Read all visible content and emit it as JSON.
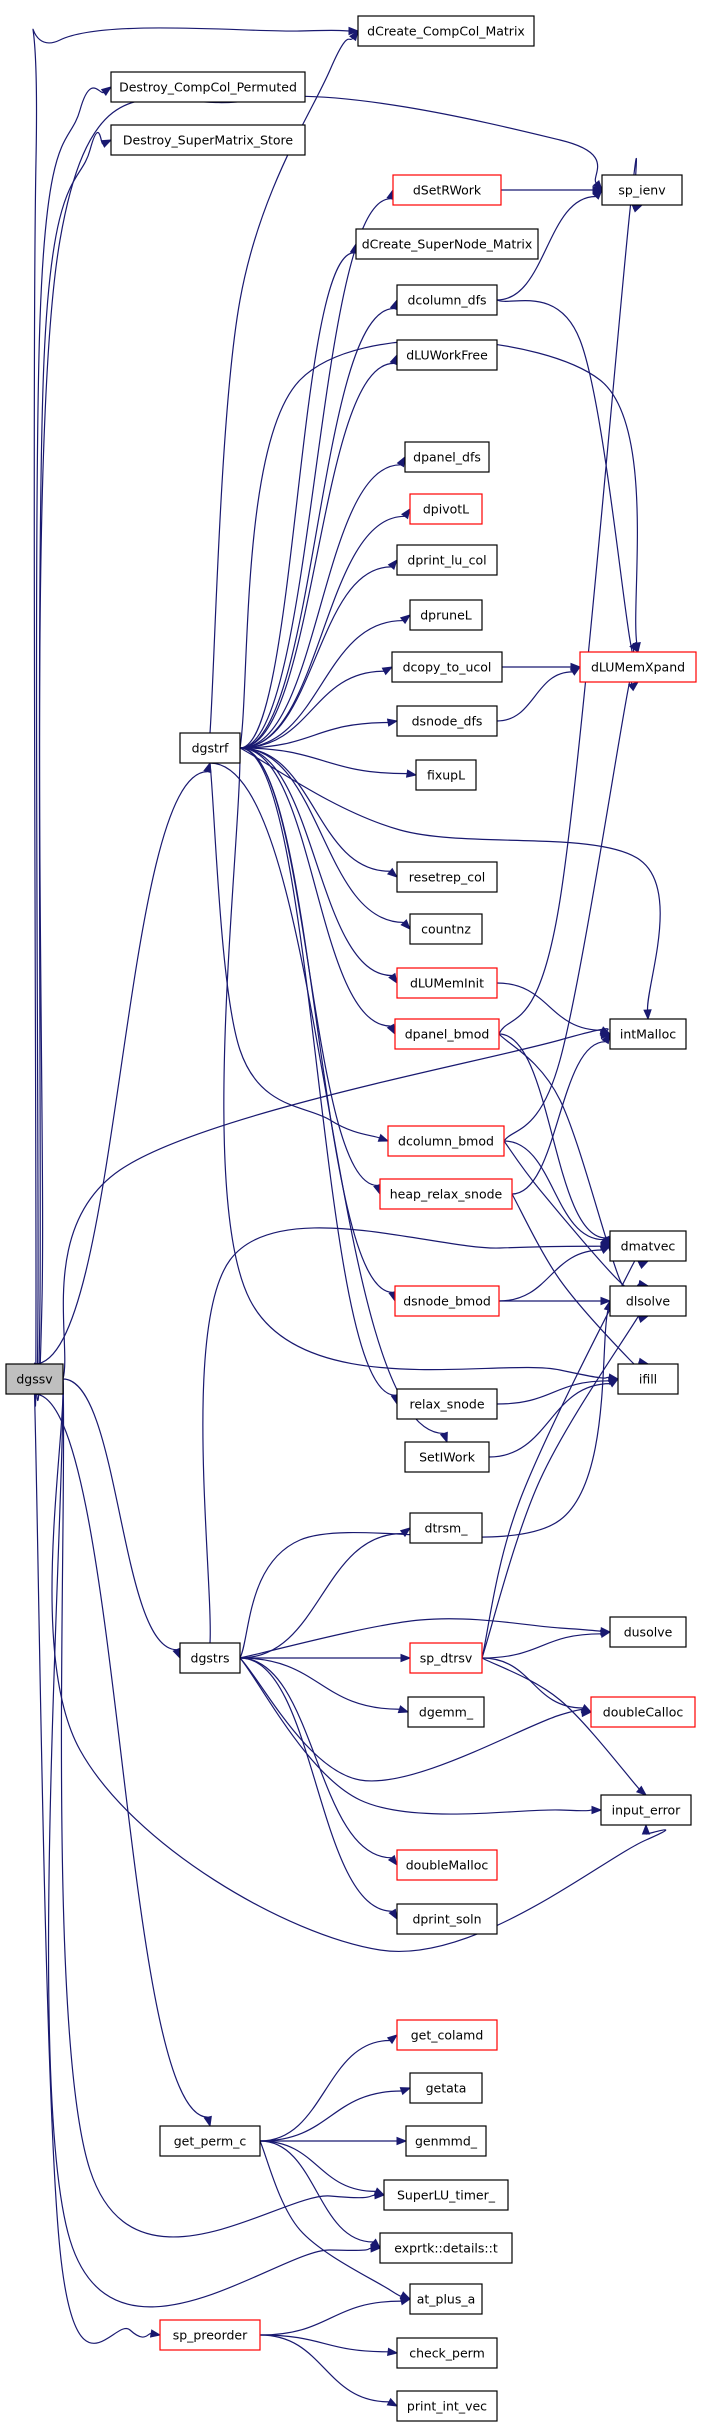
{
  "colors": {
    "edge": "#191970",
    "border_default": "#000000",
    "border_highlight": "#ff0000",
    "root_fill": "#bfbfbf",
    "node_fill": "#ffffff"
  },
  "nodes": [
    {
      "id": "dgssv",
      "label": "dgssv",
      "style": "root"
    },
    {
      "id": "dCreate_CompCol_Matrix",
      "label": "dCreate_CompCol_Matrix",
      "style": "default"
    },
    {
      "id": "Destroy_CompCol_Permuted",
      "label": "Destroy_CompCol_Permuted",
      "style": "default"
    },
    {
      "id": "Destroy_SuperMatrix_Store",
      "label": "Destroy_SuperMatrix_Store",
      "style": "default"
    },
    {
      "id": "dSetRWork",
      "label": "dSetRWork",
      "style": "red"
    },
    {
      "id": "sp_ienv",
      "label": "sp_ienv",
      "style": "default"
    },
    {
      "id": "dCreate_SuperNode_Matrix",
      "label": "dCreate_SuperNode_Matrix",
      "style": "default"
    },
    {
      "id": "dcolumn_dfs",
      "label": "dcolumn_dfs",
      "style": "default"
    },
    {
      "id": "dLUWorkFree",
      "label": "dLUWorkFree",
      "style": "default"
    },
    {
      "id": "dpanel_dfs",
      "label": "dpanel_dfs",
      "style": "default"
    },
    {
      "id": "dpivotL",
      "label": "dpivotL",
      "style": "red"
    },
    {
      "id": "dprint_lu_col",
      "label": "dprint_lu_col",
      "style": "default"
    },
    {
      "id": "dpruneL",
      "label": "dpruneL",
      "style": "default"
    },
    {
      "id": "dcopy_to_ucol",
      "label": "dcopy_to_ucol",
      "style": "default"
    },
    {
      "id": "dLUMemXpand",
      "label": "dLUMemXpand",
      "style": "red"
    },
    {
      "id": "dgstrf",
      "label": "dgstrf",
      "style": "default"
    },
    {
      "id": "dsnode_dfs",
      "label": "dsnode_dfs",
      "style": "default"
    },
    {
      "id": "fixupL",
      "label": "fixupL",
      "style": "default"
    },
    {
      "id": "resetrep_col",
      "label": "resetrep_col",
      "style": "default"
    },
    {
      "id": "countnz",
      "label": "countnz",
      "style": "default"
    },
    {
      "id": "dLUMemInit",
      "label": "dLUMemInit",
      "style": "red"
    },
    {
      "id": "dpanel_bmod",
      "label": "dpanel_bmod",
      "style": "red"
    },
    {
      "id": "intMalloc",
      "label": "intMalloc",
      "style": "default"
    },
    {
      "id": "dcolumn_bmod",
      "label": "dcolumn_bmod",
      "style": "red"
    },
    {
      "id": "heap_relax_snode",
      "label": "heap_relax_snode",
      "style": "red"
    },
    {
      "id": "dmatvec",
      "label": "dmatvec",
      "style": "default"
    },
    {
      "id": "dsnode_bmod",
      "label": "dsnode_bmod",
      "style": "red"
    },
    {
      "id": "dlsolve",
      "label": "dlsolve",
      "style": "default"
    },
    {
      "id": "ifill",
      "label": "ifill",
      "style": "default"
    },
    {
      "id": "relax_snode",
      "label": "relax_snode",
      "style": "default"
    },
    {
      "id": "SetIWork",
      "label": "SetIWork",
      "style": "default"
    },
    {
      "id": "dtrsm_",
      "label": "dtrsm_",
      "style": "default"
    },
    {
      "id": "dusolve",
      "label": "dusolve",
      "style": "default"
    },
    {
      "id": "dgstrs",
      "label": "dgstrs",
      "style": "default"
    },
    {
      "id": "sp_dtrsv",
      "label": "sp_dtrsv",
      "style": "red"
    },
    {
      "id": "dgemm_",
      "label": "dgemm_",
      "style": "default"
    },
    {
      "id": "doubleCalloc",
      "label": "doubleCalloc",
      "style": "red"
    },
    {
      "id": "input_error",
      "label": "input_error",
      "style": "default"
    },
    {
      "id": "doubleMalloc",
      "label": "doubleMalloc",
      "style": "red"
    },
    {
      "id": "dprint_soln",
      "label": "dprint_soln",
      "style": "default"
    },
    {
      "id": "get_colamd",
      "label": "get_colamd",
      "style": "red"
    },
    {
      "id": "getata",
      "label": "getata",
      "style": "default"
    },
    {
      "id": "genmmd_",
      "label": "genmmd_",
      "style": "default"
    },
    {
      "id": "get_perm_c",
      "label": "get_perm_c",
      "style": "default"
    },
    {
      "id": "SuperLU_timer_",
      "label": "SuperLU_timer_",
      "style": "default"
    },
    {
      "id": "exprtk_details_t",
      "label": "exprtk::details::t",
      "style": "default"
    },
    {
      "id": "at_plus_a",
      "label": "at_plus_a",
      "style": "default"
    },
    {
      "id": "sp_preorder",
      "label": "sp_preorder",
      "style": "red"
    },
    {
      "id": "check_perm",
      "label": "check_perm",
      "style": "default"
    },
    {
      "id": "print_int_vec",
      "label": "print_int_vec",
      "style": "default"
    }
  ],
  "edges": [
    [
      "dgssv",
      "dCreate_CompCol_Matrix"
    ],
    [
      "dgssv",
      "Destroy_CompCol_Permuted"
    ],
    [
      "dgssv",
      "Destroy_SuperMatrix_Store"
    ],
    [
      "dgssv",
      "sp_ienv"
    ],
    [
      "dgssv",
      "dgstrf"
    ],
    [
      "dgssv",
      "intMalloc"
    ],
    [
      "dgssv",
      "dgstrs"
    ],
    [
      "dgssv",
      "input_error"
    ],
    [
      "dgssv",
      "get_perm_c"
    ],
    [
      "dgssv",
      "SuperLU_timer_"
    ],
    [
      "dgssv",
      "exprtk_details_t"
    ],
    [
      "dgssv",
      "sp_preorder"
    ],
    [
      "dgstrf",
      "dCreate_CompCol_Matrix"
    ],
    [
      "dgstrf",
      "dSetRWork"
    ],
    [
      "dgstrf",
      "dCreate_SuperNode_Matrix"
    ],
    [
      "dgstrf",
      "dcolumn_dfs"
    ],
    [
      "dgstrf",
      "dLUWorkFree"
    ],
    [
      "dgstrf",
      "dLUMemXpand"
    ],
    [
      "dgstrf",
      "dpanel_dfs"
    ],
    [
      "dgstrf",
      "dpivotL"
    ],
    [
      "dgstrf",
      "dprint_lu_col"
    ],
    [
      "dgstrf",
      "dpruneL"
    ],
    [
      "dgstrf",
      "dcopy_to_ucol"
    ],
    [
      "dgstrf",
      "dsnode_dfs"
    ],
    [
      "dgstrf",
      "fixupL"
    ],
    [
      "dgstrf",
      "intMalloc"
    ],
    [
      "dgstrf",
      "resetrep_col"
    ],
    [
      "dgstrf",
      "countnz"
    ],
    [
      "dgstrf",
      "dLUMemInit"
    ],
    [
      "dgstrf",
      "dpanel_bmod"
    ],
    [
      "dgstrf",
      "dcolumn_bmod"
    ],
    [
      "dgstrf",
      "heap_relax_snode"
    ],
    [
      "dgstrf",
      "dsnode_bmod"
    ],
    [
      "dgstrf",
      "ifill"
    ],
    [
      "dgstrf",
      "relax_snode"
    ],
    [
      "dgstrf",
      "SetIWork"
    ],
    [
      "dSetRWork",
      "sp_ienv"
    ],
    [
      "dcolumn_dfs",
      "sp_ienv"
    ],
    [
      "dcolumn_dfs",
      "dLUMemXpand"
    ],
    [
      "dcopy_to_ucol",
      "dLUMemXpand"
    ],
    [
      "dsnode_dfs",
      "dLUMemXpand"
    ],
    [
      "dLUMemInit",
      "intMalloc"
    ],
    [
      "dpanel_bmod",
      "sp_ienv"
    ],
    [
      "dpanel_bmod",
      "dmatvec"
    ],
    [
      "dpanel_bmod",
      "dlsolve"
    ],
    [
      "dcolumn_bmod",
      "dLUMemXpand"
    ],
    [
      "dcolumn_bmod",
      "dmatvec"
    ],
    [
      "dcolumn_bmod",
      "dlsolve"
    ],
    [
      "heap_relax_snode",
      "intMalloc"
    ],
    [
      "heap_relax_snode",
      "ifill"
    ],
    [
      "dsnode_bmod",
      "dmatvec"
    ],
    [
      "dsnode_bmod",
      "dlsolve"
    ],
    [
      "relax_snode",
      "ifill"
    ],
    [
      "SetIWork",
      "ifill"
    ],
    [
      "dgstrs",
      "dmatvec"
    ],
    [
      "dgstrs",
      "dlsolve"
    ],
    [
      "dgstrs",
      "dtrsm_"
    ],
    [
      "dgstrs",
      "dusolve"
    ],
    [
      "dgstrs",
      "sp_dtrsv"
    ],
    [
      "dgstrs",
      "dgemm_"
    ],
    [
      "dgstrs",
      "doubleCalloc"
    ],
    [
      "dgstrs",
      "input_error"
    ],
    [
      "dgstrs",
      "doubleMalloc"
    ],
    [
      "dgstrs",
      "dprint_soln"
    ],
    [
      "sp_dtrsv",
      "dmatvec"
    ],
    [
      "sp_dtrsv",
      "dlsolve"
    ],
    [
      "sp_dtrsv",
      "dusolve"
    ],
    [
      "sp_dtrsv",
      "doubleCalloc"
    ],
    [
      "sp_dtrsv",
      "input_error"
    ],
    [
      "get_perm_c",
      "get_colamd"
    ],
    [
      "get_perm_c",
      "getata"
    ],
    [
      "get_perm_c",
      "genmmd_"
    ],
    [
      "get_perm_c",
      "SuperLU_timer_"
    ],
    [
      "get_perm_c",
      "exprtk_details_t"
    ],
    [
      "get_perm_c",
      "at_plus_a"
    ],
    [
      "sp_preorder",
      "at_plus_a"
    ],
    [
      "sp_preorder",
      "check_perm"
    ],
    [
      "sp_preorder",
      "print_int_vec"
    ]
  ]
}
